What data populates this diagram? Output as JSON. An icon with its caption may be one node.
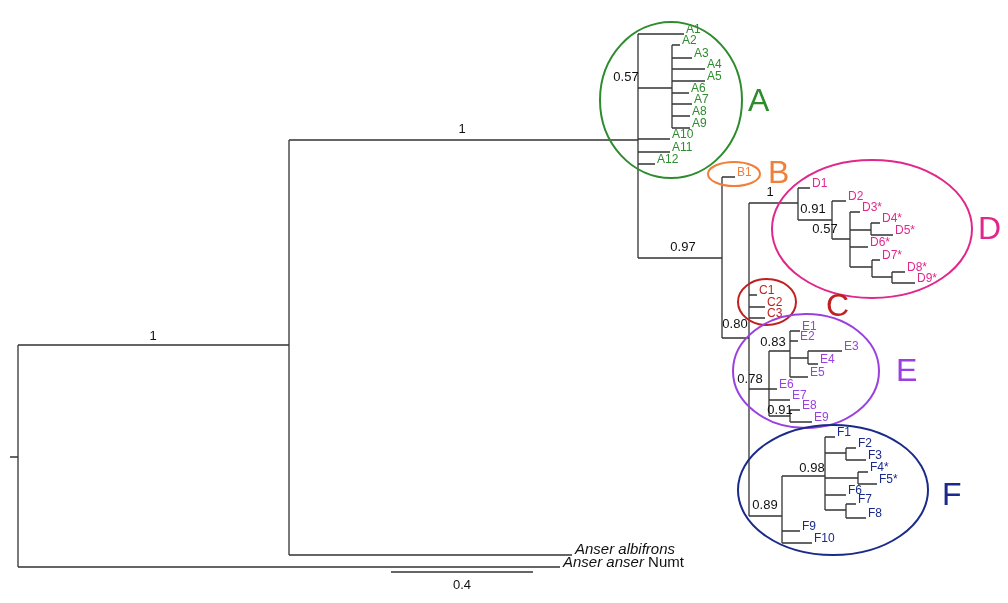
{
  "diagram": {
    "nodes": [
      {
        "text": [
          "A1",
          "A2",
          "A3",
          "A4",
          "A5",
          "A6",
          "A7",
          "A8",
          "A9",
          "A10",
          "A11",
          "A12",
          "A"
        ]
      },
      {
        "text": [
          "B1",
          "B"
        ]
      },
      {
        "text": [
          "D1",
          "D2",
          "D3*",
          "D4*",
          "D5*",
          "D6*",
          "D7*",
          "D8*",
          "D9*",
          "D"
        ]
      },
      {
        "text": [
          "C1",
          "C2",
          "C3",
          "C"
        ]
      },
      {
        "text": [
          "E1",
          "E2",
          "E3",
          "E4",
          "E5",
          "E6",
          "E7",
          "E8",
          "E9",
          "E"
        ]
      },
      {
        "text": [
          "F1",
          "F2",
          "F3",
          "F4*",
          "F5*",
          "F6",
          "F7",
          "F8",
          "F9",
          "F10",
          "F"
        ]
      }
    ],
    "labels": [
      "1",
      "0.57",
      "1",
      "0.91",
      "0.57",
      "0.97",
      "0.80",
      "1",
      "0.83",
      "0.78",
      "0.91",
      "0.98",
      "0.89",
      "Anser albifrons",
      "*Anser anser* Numt",
      "0.4"
    ]
  }
}
